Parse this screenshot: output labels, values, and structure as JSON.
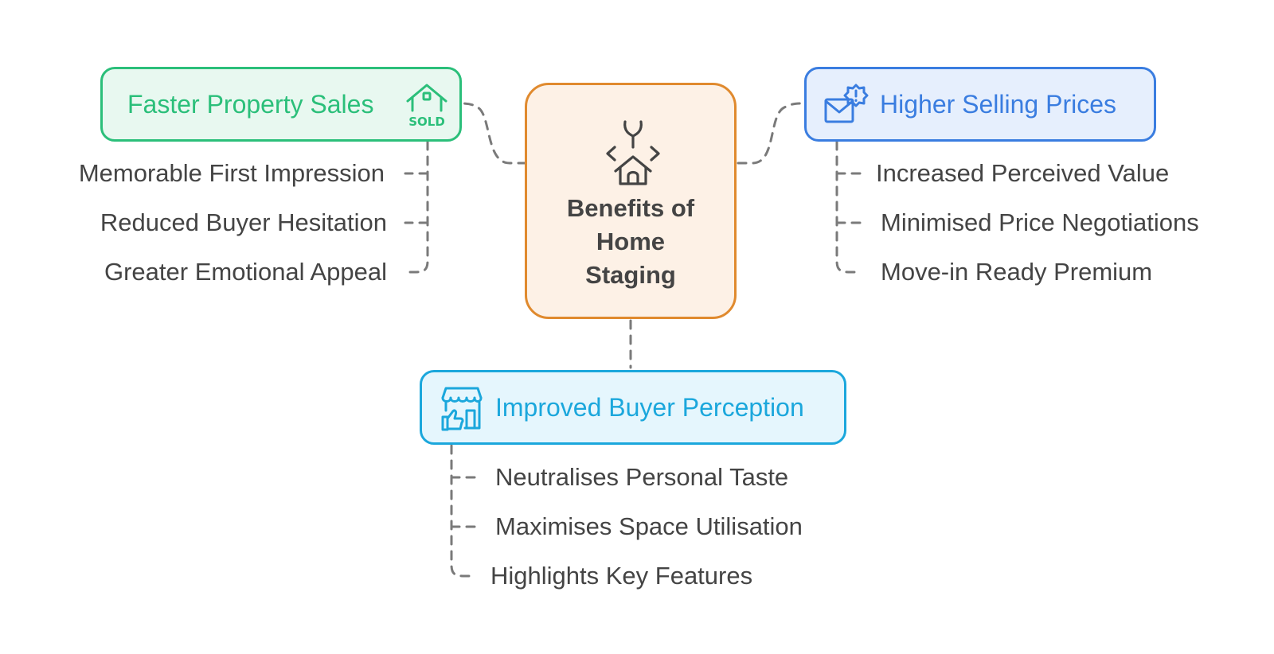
{
  "center": {
    "title": "Benefits of\nHome\nStaging",
    "icon": "home-staging-icon"
  },
  "nodes": [
    {
      "title": "Faster Property Sales",
      "icon": "sold-house-icon",
      "color": "#2bbf7a",
      "background": "#e8f8f0",
      "items": [
        "Memorable First Impression",
        "Reduced Buyer Hesitation",
        "Greater Emotional Appeal"
      ]
    },
    {
      "title": "Higher Selling Prices",
      "icon": "price-mail-badge-icon",
      "color": "#3a7de0",
      "background": "#e6effd",
      "items": [
        "Increased Perceived Value",
        "Minimised Price Negotiations",
        "Move-in Ready Premium"
      ]
    },
    {
      "title": "Improved Buyer Perception",
      "icon": "store-thumbs-up-icon",
      "color": "#1ba7dc",
      "background": "#e5f6fd",
      "items": [
        "Neutralises Personal Taste",
        "Maximises Space Utilisation",
        "Highlights Key Features"
      ]
    }
  ]
}
